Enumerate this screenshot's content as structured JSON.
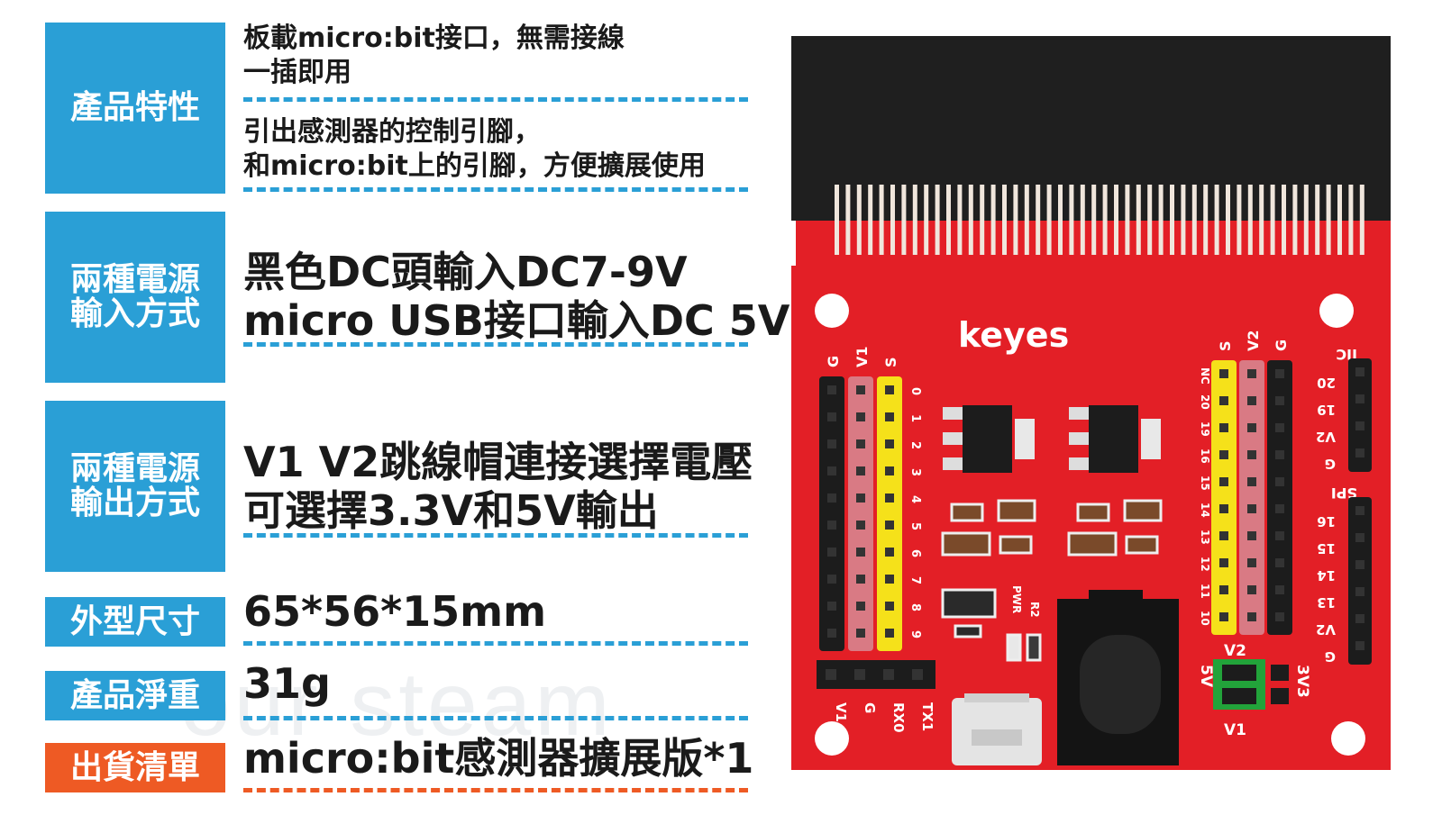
{
  "rows": [
    {
      "label": "產品特性",
      "style": "blue",
      "texts": [
        "板載micro:bit接口，無需接線\n一插即用",
        "引出感測器的控制引腳，\n和micro:bit上的引腳，方便擴展使用"
      ]
    },
    {
      "label": "兩種電源\n輸入方式",
      "style": "blue",
      "texts": [
        "黑色DC頭輸入DC7-9V\nmicro USB接口輸入DC 5V"
      ]
    },
    {
      "label": "兩種電源\n輸出方式",
      "style": "blue",
      "texts": [
        "V1 V2跳線帽連接選擇電壓\n可選擇3.3V和5V輸出"
      ]
    },
    {
      "label": "外型尺寸",
      "style": "blue",
      "texts": [
        "65*56*15mm"
      ]
    },
    {
      "label": "產品淨重",
      "style": "blue",
      "texts": [
        "31g"
      ]
    },
    {
      "label": "出貨清單",
      "style": "orange",
      "texts": [
        "micro:bit感測器擴展版*1"
      ]
    }
  ],
  "watermark": "our steam",
  "board": {
    "brand": "keyes",
    "left_header": {
      "cols": [
        "G",
        "V1",
        "S"
      ],
      "pins": [
        "0",
        "1",
        "2",
        "3",
        "4",
        "5",
        "6",
        "7",
        "8",
        "9"
      ]
    },
    "bottom_header": [
      "V1",
      "G",
      "RX0",
      "TX1"
    ],
    "right_header": {
      "cols": [
        "S",
        "V2",
        "G"
      ],
      "pins": [
        "NC",
        "20",
        "19",
        "16",
        "15",
        "14",
        "13",
        "12",
        "11",
        "10"
      ]
    },
    "iic": {
      "title": "IIC",
      "pins": [
        "20",
        "19",
        "V2",
        "G"
      ]
    },
    "spi": {
      "title": "SPI",
      "pins": [
        "16",
        "15",
        "14",
        "13",
        "V2",
        "G"
      ]
    },
    "jumper": {
      "top": "V2",
      "bottom": "V1",
      "left": "5V",
      "right": "3V3"
    },
    "pwr": "PWR",
    "r2": "R2",
    "colors": {
      "pcb": "#e31f26",
      "connector": "#1f1f1f",
      "yellow": "#f5e11a",
      "pink": "#d97a84",
      "header": "#1c1c1c",
      "jumper": "#22a33a",
      "label": "#2a9fd6",
      "orange": "#ee5a24"
    }
  }
}
